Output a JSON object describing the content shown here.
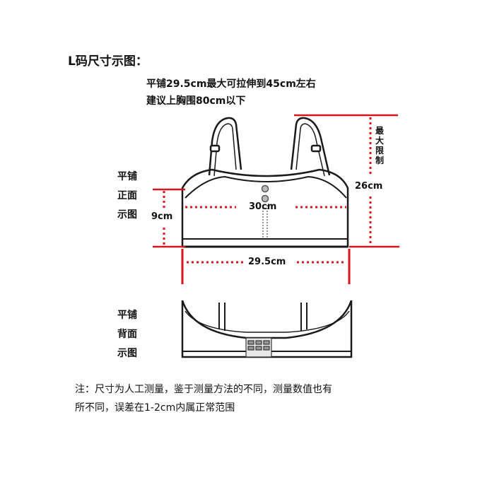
{
  "title": "L码尺寸示图：",
  "notes": {
    "line1": "平铺29.5cm最大可拉伸到45cm左右",
    "line2": "建议上胸围80cm以下"
  },
  "front_label": [
    "平铺",
    "正面",
    "示图"
  ],
  "back_label": [
    "平铺",
    "背面",
    "示图"
  ],
  "dimensions": {
    "height_side": "9cm",
    "mid_width": "30cm",
    "bottom_width": "29.5cm",
    "max_limit": "最大限制",
    "total_height": "26cm"
  },
  "footnote": {
    "line1": "注：尺寸为人工测量，鉴于测量方法的不同，测量数值也有",
    "line2": "所不同，误差在1-2cm内属正常范围"
  },
  "colors": {
    "measure": "#d8141e",
    "outline": "#1a1a1a",
    "background": "#ffffff"
  }
}
